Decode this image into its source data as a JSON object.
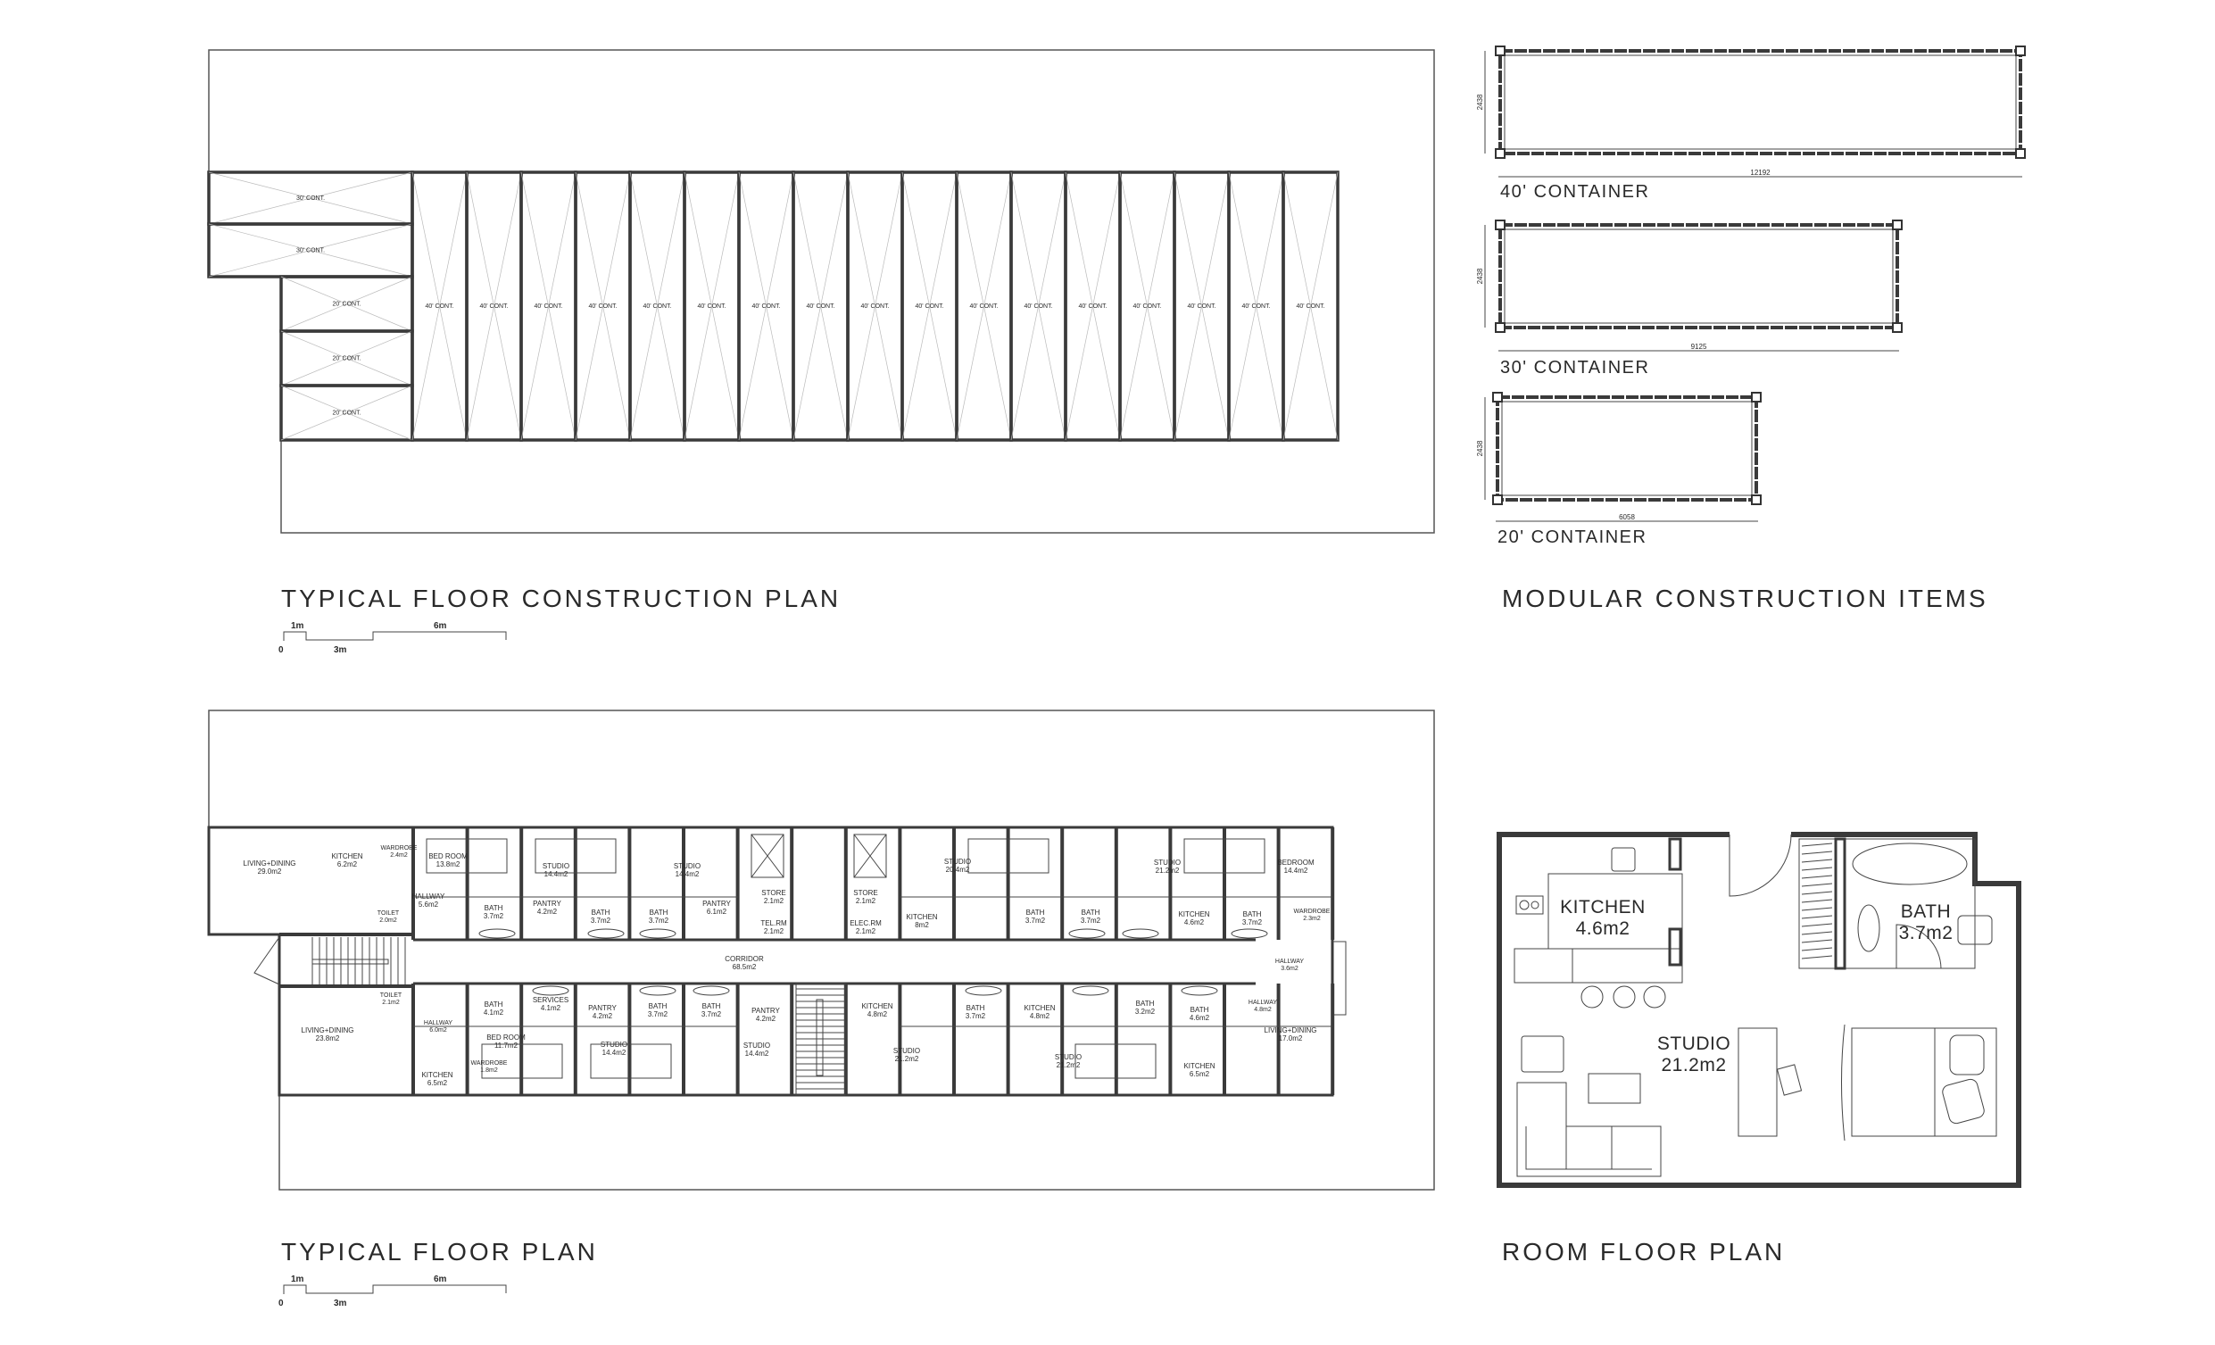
{
  "construction_plan": {
    "title": "TYPICAL FLOOR CONSTRUCTION PLAN",
    "containers_30": [
      "30' CONT.",
      "30' CONT."
    ],
    "containers_20": [
      "20' CONT.",
      "20' CONT.",
      "20' CONT."
    ],
    "containers_40": [
      "40' CONT.",
      "40' CONT.",
      "40' CONT.",
      "40' CONT.",
      "40' CONT.",
      "40' CONT.",
      "40' CONT.",
      "40' CONT.",
      "40' CONT.",
      "40' CONT.",
      "40' CONT.",
      "40' CONT.",
      "40' CONT.",
      "40' CONT.",
      "40' CONT.",
      "40' CONT.",
      "40' CONT."
    ],
    "scale_bar": {
      "zero": "0",
      "one": "1m",
      "three": "3m",
      "six": "6m"
    }
  },
  "modular_items": {
    "title": "MODULAR CONSTRUCTION ITEMS",
    "items": [
      {
        "label": "40' CONTAINER",
        "length": "12192",
        "width": "2438"
      },
      {
        "label": "30' CONTAINER",
        "length": "9125",
        "width": "2438"
      },
      {
        "label": "20' CONTAINER",
        "length": "6058",
        "width": "2438"
      }
    ]
  },
  "floor_plan": {
    "title": "TYPICAL FLOOR PLAN",
    "scale_bar": {
      "zero": "0",
      "one": "1m",
      "three": "3m",
      "six": "6m"
    },
    "rooms": [
      {
        "name": "LIVING+DINING",
        "area": "29.0m2"
      },
      {
        "name": "KITCHEN",
        "area": "6.2m2"
      },
      {
        "name": "WARDROBE",
        "area": "2.4m2"
      },
      {
        "name": "BED ROOM",
        "area": "13.8m2"
      },
      {
        "name": "HALLWAY",
        "area": "5.6m2"
      },
      {
        "name": "STUDIO",
        "area": "14.4m2"
      },
      {
        "name": "BATH",
        "area": "3.7m2"
      },
      {
        "name": "TOILET",
        "area": "2.0m2"
      },
      {
        "name": "PANTRY",
        "area": "4.2m2"
      },
      {
        "name": "TOILET",
        "area": "2.1m2"
      },
      {
        "name": "BATH",
        "area": "4.1m2"
      },
      {
        "name": "SERVICES",
        "area": "4.1m2"
      },
      {
        "name": "HALLWAY",
        "area": "6.0m2"
      },
      {
        "name": "LIVING+DINING",
        "area": "23.8m2"
      },
      {
        "name": "BED ROOM",
        "area": "11.7m2"
      },
      {
        "name": "WARDROBE",
        "area": "1.8m2"
      },
      {
        "name": "KITCHEN",
        "area": "6.5m2"
      },
      {
        "name": "STUDIO",
        "area": "14.4m2"
      },
      {
        "name": "BATH",
        "area": "3.7m2"
      },
      {
        "name": "BATH",
        "area": "3.7m2"
      },
      {
        "name": "PANTRY",
        "area": "6.1m2"
      },
      {
        "name": "STORE",
        "area": "2.1m2"
      },
      {
        "name": "TEL.RM",
        "area": "2.1m2"
      },
      {
        "name": "STORE",
        "area": "2.1m2"
      },
      {
        "name": "ELEC.RM",
        "area": "2.1m2"
      },
      {
        "name": "STUDIO",
        "area": "20.4m2"
      },
      {
        "name": "KITCHEN",
        "area": "8m2"
      },
      {
        "name": "CORRIDOR",
        "area": "68.5m2"
      },
      {
        "name": "PANTRY",
        "area": "4.2m2"
      },
      {
        "name": "BATH",
        "area": "3.7m2"
      },
      {
        "name": "BATH",
        "area": "3.7m2"
      },
      {
        "name": "PANTRY",
        "area": "4.2m2"
      },
      {
        "name": "STUDIO",
        "area": "14.4m2"
      },
      {
        "name": "STUDIO",
        "area": "14.4m2"
      },
      {
        "name": "KITCHEN",
        "area": "4.8m2"
      },
      {
        "name": "STUDIO",
        "area": "21.2m2"
      },
      {
        "name": "BATH",
        "area": "3.7m2"
      },
      {
        "name": "BATH",
        "area": "3.7m2"
      },
      {
        "name": "STUDIO",
        "area": "21.2m2"
      },
      {
        "name": "KITCHEN",
        "area": "4.6m2"
      },
      {
        "name": "BATH",
        "area": "3.7m2"
      },
      {
        "name": "BEDROOM",
        "area": "14.4m2"
      },
      {
        "name": "WARDROBE",
        "area": "2.3m2"
      },
      {
        "name": "HALLWAY",
        "area": "3.6m2"
      },
      {
        "name": "BATH",
        "area": "3.7m2"
      },
      {
        "name": "KITCHEN",
        "area": "4.8m2"
      },
      {
        "name": "STUDIO",
        "area": "21.2m2"
      },
      {
        "name": "BATH",
        "area": "3.2m2"
      },
      {
        "name": "BATH",
        "area": "4.6m2"
      },
      {
        "name": "HALLWAY",
        "area": "4.8m2"
      },
      {
        "name": "KITCHEN",
        "area": "6.5m2"
      },
      {
        "name": "LIVING+DINING",
        "area": "17.0m2"
      }
    ]
  },
  "room_plan": {
    "title": "ROOM FLOOR PLAN",
    "kitchen": {
      "name": "KITCHEN",
      "area": "4.6m2"
    },
    "bath": {
      "name": "BATH",
      "area": "3.7m2"
    },
    "studio": {
      "name": "STUDIO",
      "area": "21.2m2"
    }
  }
}
